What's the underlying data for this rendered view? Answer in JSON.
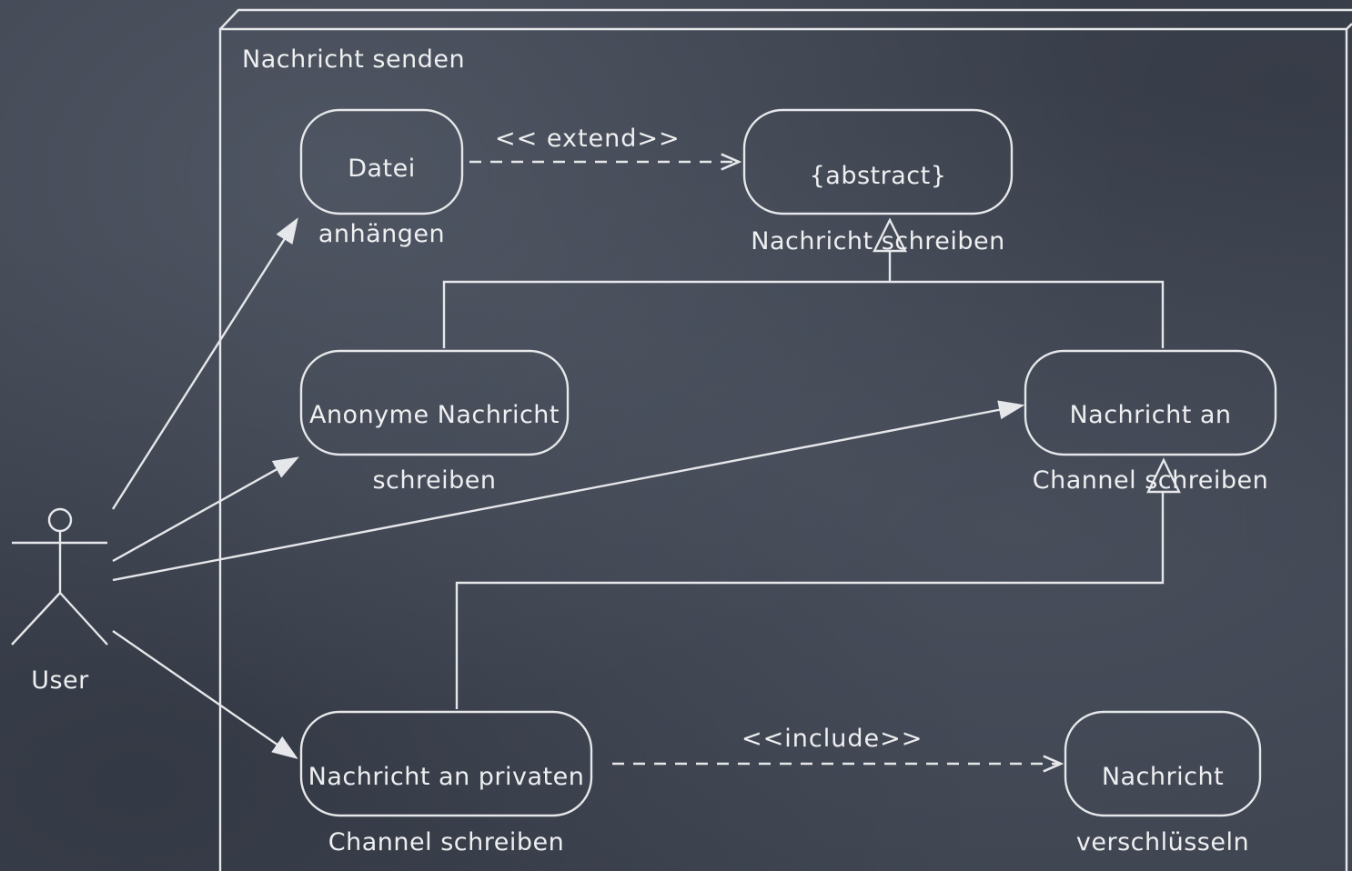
{
  "frame": {
    "title": "Nachricht senden"
  },
  "actor": {
    "name": "User"
  },
  "use_cases": {
    "datei_anhaengen": {
      "line1": "Datei",
      "line2": "anhängen"
    },
    "nachricht_schreiben": {
      "line1": "{abstract}",
      "line2": "Nachricht schreiben"
    },
    "anonyme_nachricht": {
      "line1": "Anonyme Nachricht",
      "line2": "schreiben"
    },
    "channel_schreiben": {
      "line1": "Nachricht an",
      "line2": "Channel schreiben"
    },
    "privater_channel": {
      "line1": "Nachricht an privaten",
      "line2": "Channel schreiben"
    },
    "verschluesseln": {
      "line1": "Nachricht",
      "line2": "verschlüsseln"
    }
  },
  "relations": {
    "extend_label": "<< extend>>",
    "include_label": "<<include>>"
  },
  "colors": {
    "background": "#3e4450",
    "chalk": "#e6e7ea"
  }
}
